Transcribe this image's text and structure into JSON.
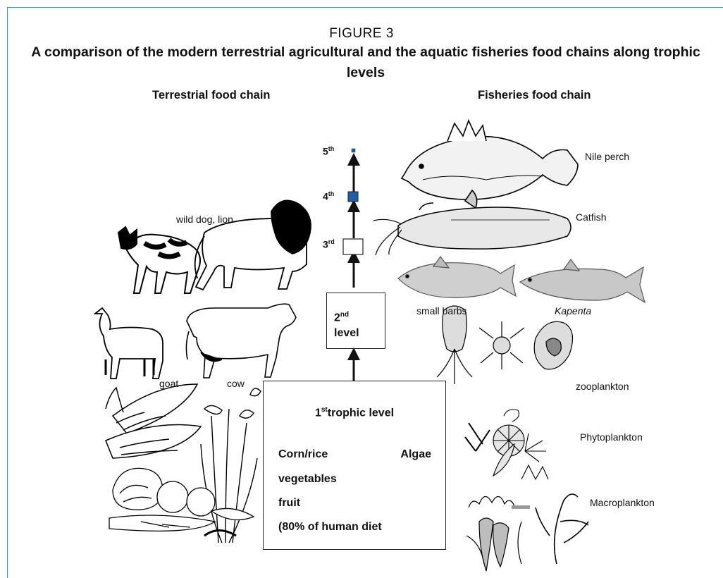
{
  "figure": {
    "label": "FIGURE 3",
    "title": "A comparison of the modern terrestrial agricultural and the aquatic fisheries food chains along trophic levels"
  },
  "columns": {
    "terrestrial": "Terrestrial food chain",
    "fisheries": "Fisheries food chain"
  },
  "levels": {
    "fifth": {
      "num": "5",
      "sup": "th"
    },
    "fourth": {
      "num": "4",
      "sup": "th"
    },
    "third": {
      "num": "3",
      "sup": "rd"
    },
    "second": {
      "num": "2",
      "sup": "nd",
      "word": "level"
    },
    "first": {
      "num": "1",
      "sup": "st",
      "word": "trophic level",
      "items": [
        "Corn/rice",
        "vegetables",
        "fruit",
        "(80% of human diet"
      ],
      "aquatic_item": "Algae"
    }
  },
  "terrestrial_labels": {
    "predators": "wild dog, lion",
    "goat": "goat",
    "cow": "cow"
  },
  "fisheries_labels": {
    "nile_perch": "Nile perch",
    "catfish": "Catfish",
    "small_barbs": "small barbs",
    "kapenta": "Kapenta",
    "zooplankton": "zooplankton",
    "phytoplankton": "Phytoplankton",
    "macroplankton": "Macroplankton"
  },
  "colors": {
    "frame": "#2aa7a0",
    "fourth_level_box": "#1f5fa8"
  }
}
